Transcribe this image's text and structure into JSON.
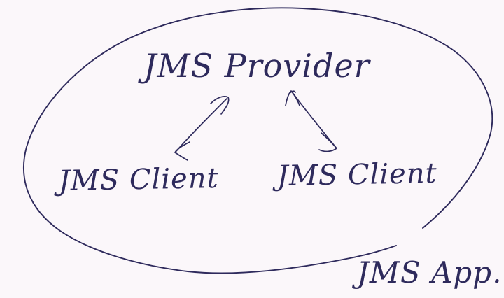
{
  "diagram": {
    "type": "hand-drawn-sketch",
    "boundary_label": "JMS App.",
    "nodes": [
      {
        "id": "jms-provider",
        "label": "JMS Provider"
      },
      {
        "id": "jms-client-left",
        "label": "JMS Client"
      },
      {
        "id": "jms-client-right",
        "label": "JMS Client"
      }
    ],
    "edges": [
      {
        "from": "jms-provider",
        "to": "jms-client-left",
        "bidirectional": true
      },
      {
        "from": "jms-provider",
        "to": "jms-client-right",
        "bidirectional": true
      }
    ],
    "colors": {
      "ink": "#2e2a5c",
      "background": "#fbf7fa"
    }
  }
}
